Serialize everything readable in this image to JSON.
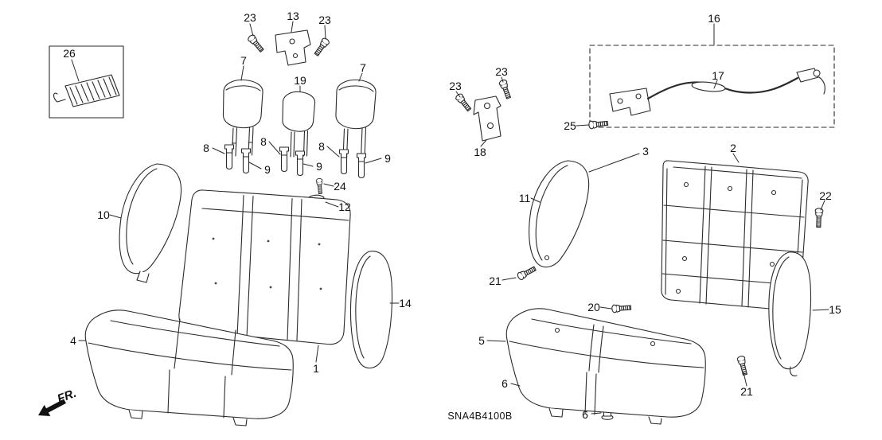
{
  "diagram": {
    "code": "SNA4B4100B",
    "direction_label": "FR.",
    "direction_arrow": "down-left",
    "line_color": "#2a2a2a",
    "callouts": [
      {
        "text": "26"
      },
      {
        "text": "23"
      },
      {
        "text": "13"
      },
      {
        "text": "23"
      },
      {
        "text": "7"
      },
      {
        "text": "19"
      },
      {
        "text": "7"
      },
      {
        "text": "8"
      },
      {
        "text": "8"
      },
      {
        "text": "8"
      },
      {
        "text": "9"
      },
      {
        "text": "9"
      },
      {
        "text": "9"
      },
      {
        "text": "24"
      },
      {
        "text": "12"
      },
      {
        "text": "10"
      },
      {
        "text": "14"
      },
      {
        "text": "4"
      },
      {
        "text": "1"
      },
      {
        "text": "23"
      },
      {
        "text": "23"
      },
      {
        "text": "18"
      },
      {
        "text": "25"
      },
      {
        "text": "16"
      },
      {
        "text": "17"
      },
      {
        "text": "3"
      },
      {
        "text": "2"
      },
      {
        "text": "22"
      },
      {
        "text": "11"
      },
      {
        "text": "21"
      },
      {
        "text": "20"
      },
      {
        "text": "15"
      },
      {
        "text": "5"
      },
      {
        "text": "6"
      },
      {
        "text": "6"
      },
      {
        "text": "21"
      }
    ]
  }
}
